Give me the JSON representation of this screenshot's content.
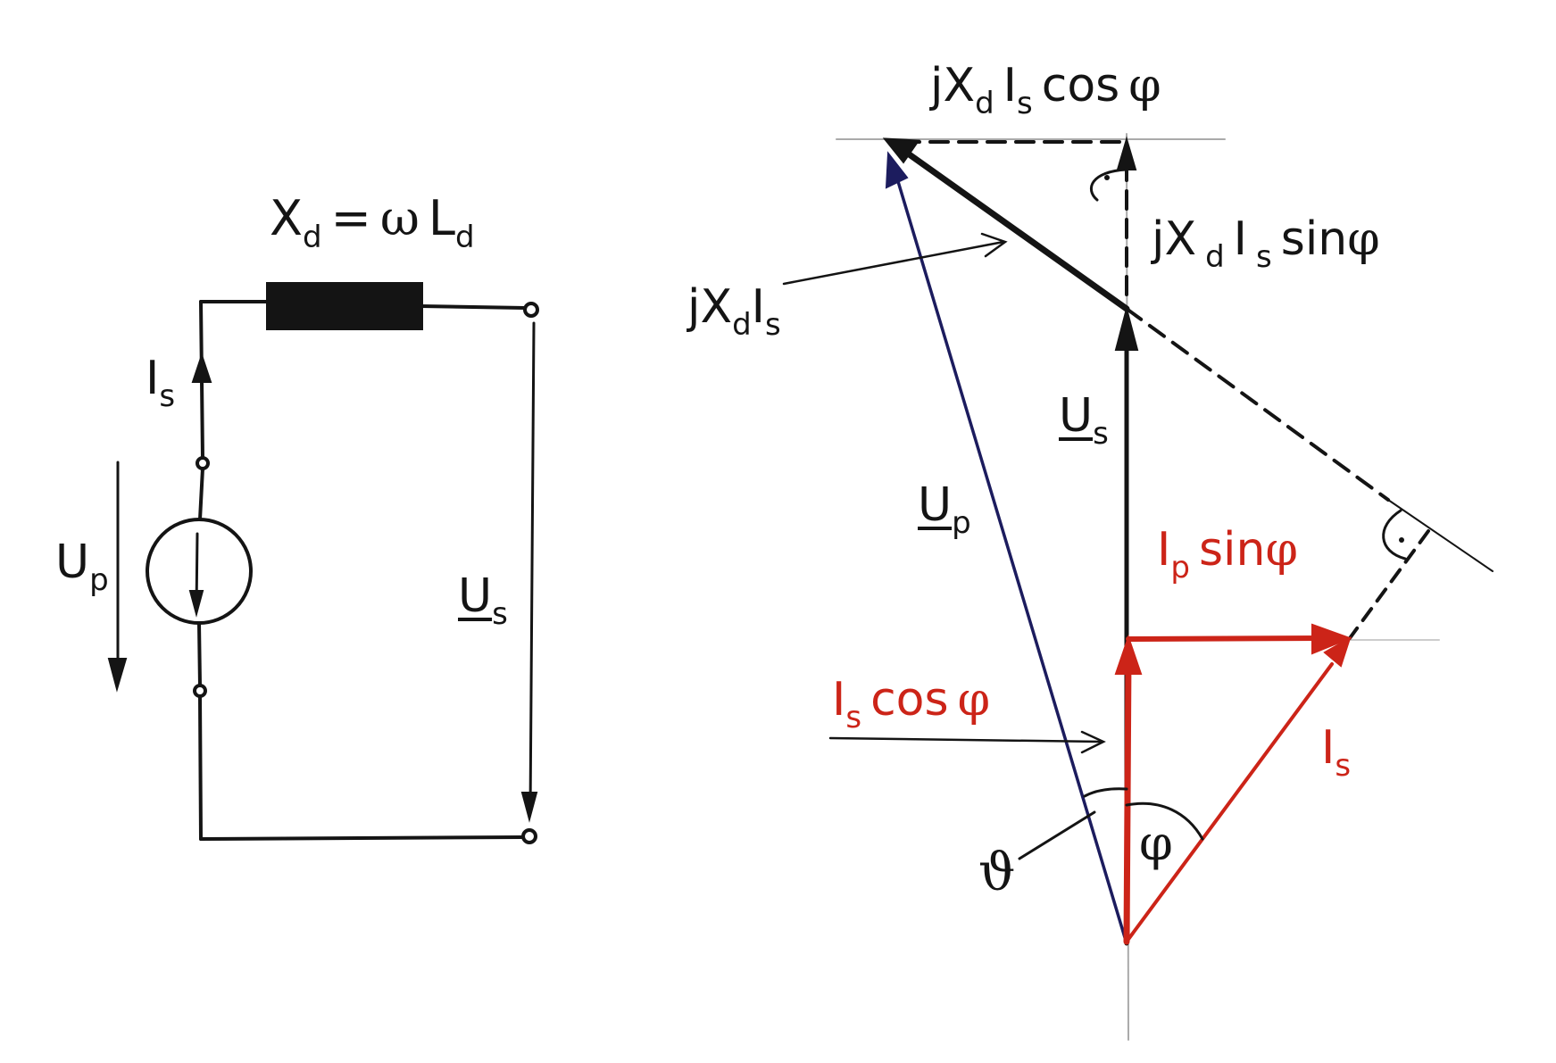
{
  "labels": {
    "xd_main": "X",
    "xd_main_sub": "d",
    "xd_eq": "=",
    "xd_omega": "ω",
    "xd_L": "L",
    "xd_L_sub": "d",
    "is_left": "I",
    "is_left_sub": "s",
    "up_left": "U",
    "up_left_sub": "p",
    "us_left": "U",
    "us_left_sub": "s",
    "top_j": "jX",
    "top_j_sub1": "d",
    "top_I": "I",
    "top_I_sub": "s",
    "top_cos": "cos",
    "top_phi": "φ",
    "right_j": "jX",
    "right_j_sub1": "d",
    "right_I": "I",
    "right_I_sub": "s",
    "right_sin": "sin",
    "right_phi": "φ",
    "jxdis_j": "jX",
    "jxdis_sub1": "d",
    "jxdis_I": "I",
    "jxdis_sub2": "s",
    "us_right": "U",
    "us_right_sub": "s",
    "up_right": "U",
    "up_right_sub": "p",
    "ip_I": "I",
    "ip_sub": "p",
    "ip_sin": "sin",
    "ip_phi": "φ",
    "iscos_I": "I",
    "iscos_sub": "s",
    "iscos_cos": "cos",
    "iscos_phi": "φ",
    "is_right": "I",
    "is_right_sub": "s",
    "angle_phi": "φ",
    "angle_theta": "ϑ"
  },
  "colors": {
    "ink": "#141414",
    "navy": "#1c1c5e",
    "red": "#cc2418",
    "guide": "#aaaaaa"
  }
}
